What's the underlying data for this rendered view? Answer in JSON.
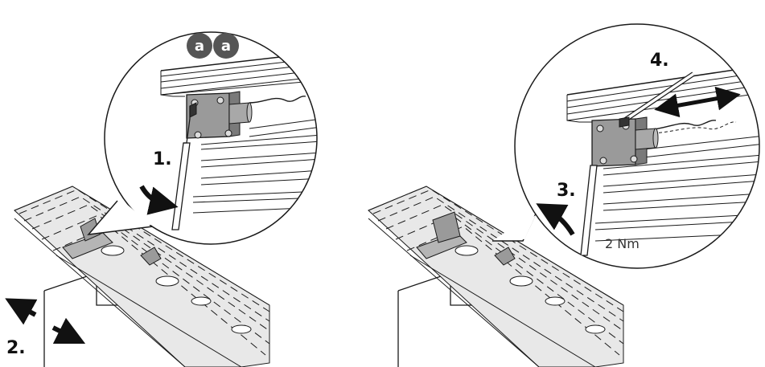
{
  "colors": {
    "line": "#1a1a1a",
    "profile_fill": "#d9d9d9",
    "profile_dark": "#8c8c8c",
    "block_fill": "#9a9a9a",
    "badge": "#555555",
    "arrow": "#111111"
  },
  "badges": [
    "a",
    "a"
  ],
  "steps": {
    "one": "1.",
    "two": "2.",
    "three": "3.",
    "four": "4."
  },
  "torque": "2 Nm"
}
